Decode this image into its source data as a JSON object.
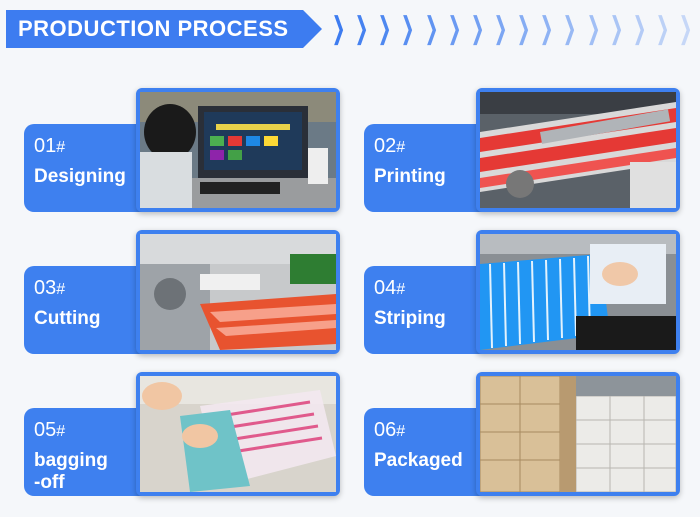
{
  "header": {
    "title": "PRODUCTION PROCESS",
    "chevron_count": 18,
    "accent": "#3d7cf0"
  },
  "steps": [
    {
      "num": "01",
      "hash": "#",
      "title": "Designing",
      "photo": "designer-at-computer-photo"
    },
    {
      "num": "02",
      "hash": "#",
      "title": "Printing",
      "photo": "printing-machine-photo"
    },
    {
      "num": "03",
      "hash": "#",
      "title": "Cutting",
      "photo": "cutting-machine-photo"
    },
    {
      "num": "04",
      "hash": "#",
      "title": "Striping",
      "photo": "striping-photo"
    },
    {
      "num": "05",
      "hash": "#",
      "title": "bagging\n-off",
      "photo": "bagging-photo"
    },
    {
      "num": "06",
      "hash": "#",
      "title": "Packaged",
      "photo": "packaged-boxes-photo"
    }
  ],
  "colors": {
    "card_blue": "#3e80ef",
    "background": "#f5f7fa"
  }
}
